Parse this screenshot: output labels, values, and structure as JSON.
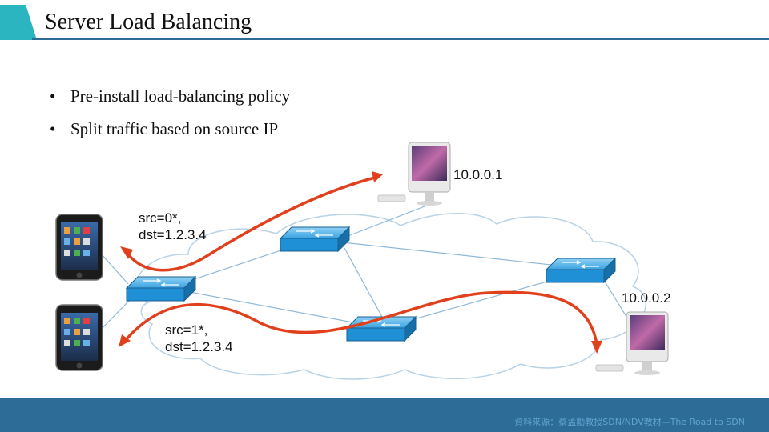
{
  "title": "Server Load Balancing",
  "bullets": [
    "Pre-install load-balancing policy",
    "Split traffic based on source IP"
  ],
  "servers": [
    {
      "ip": "10.0.0.1"
    },
    {
      "ip": "10.0.0.2"
    }
  ],
  "rules": [
    {
      "line1": "src=0*,",
      "line2": "dst=1.2.3.4"
    },
    {
      "line1": "src=1*,",
      "line2": "dst=1.2.3.4"
    }
  ],
  "footer": "資料來源：蔡孟勳教授SDN/NDV教材—The Road to SDN",
  "colors": {
    "accent": "#2ab5c0",
    "rule": "#2e6c98",
    "flow": "#e0401c",
    "switch": "#1f8fd6"
  }
}
